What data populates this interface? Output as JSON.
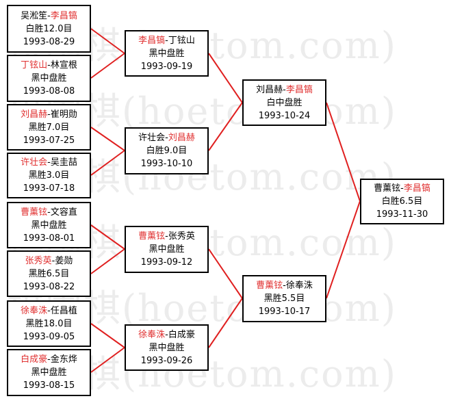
{
  "watermark": "棋围棋(hoetom.com)",
  "matches": [
    {
      "id": "r1m1",
      "winner": "李昌镐",
      "loser": "吴淞笙",
      "winner_first": false,
      "result": "白胜12.0目",
      "date": "1993-08-29"
    },
    {
      "id": "r1m2",
      "winner": "丁铉山",
      "loser": "林宣根",
      "winner_first": true,
      "result": "黑中盘胜",
      "date": "1993-08-08"
    },
    {
      "id": "r1m3",
      "winner": "刘昌赫",
      "loser": "崔明勋",
      "winner_first": true,
      "result": "黑胜7.0目",
      "date": "1993-07-25"
    },
    {
      "id": "r1m4",
      "winner": "许壮会",
      "loser": "吴圭喆",
      "winner_first": true,
      "result": "黑胜3.0目",
      "date": "1993-07-18"
    },
    {
      "id": "r1m5",
      "winner": "曹薰铉",
      "loser": "文容直",
      "winner_first": true,
      "result": "黑中盘胜",
      "date": "1993-08-01"
    },
    {
      "id": "r1m6",
      "winner": "张秀英",
      "loser": "姜勋",
      "winner_first": true,
      "result": "黑胜6.5目",
      "date": "1993-08-22"
    },
    {
      "id": "r1m7",
      "winner": "徐奉洙",
      "loser": "任昌植",
      "winner_first": true,
      "result": "黑胜18.0目",
      "date": "1993-09-05"
    },
    {
      "id": "r1m8",
      "winner": "白成豪",
      "loser": "金东烨",
      "winner_first": true,
      "result": "黑中盘胜",
      "date": "1993-08-15"
    },
    {
      "id": "r2m1",
      "winner": "李昌镐",
      "loser": "丁铉山",
      "winner_first": true,
      "result": "黑中盘胜",
      "date": "1993-09-19"
    },
    {
      "id": "r2m2",
      "winner": "刘昌赫",
      "loser": "许壮会",
      "winner_first": false,
      "result": "白胜9.0目",
      "date": "1993-10-10"
    },
    {
      "id": "r2m3",
      "winner": "曹薰铉",
      "loser": "张秀英",
      "winner_first": true,
      "result": "黑中盘胜",
      "date": "1993-09-12"
    },
    {
      "id": "r2m4",
      "winner": "徐奉洙",
      "loser": "白成豪",
      "winner_first": true,
      "result": "黑中盘胜",
      "date": "1993-09-26"
    },
    {
      "id": "r3m1",
      "winner": "李昌镐",
      "loser": "刘昌赫",
      "winner_first": false,
      "result": "白中盘胜",
      "date": "1993-10-24"
    },
    {
      "id": "r3m2",
      "winner": "曹薰铉",
      "loser": "徐奉洙",
      "winner_first": true,
      "result": "黑胜5.5目",
      "date": "1993-10-17"
    },
    {
      "id": "final",
      "winner": "李昌镐",
      "loser": "曹薰铉",
      "winner_first": false,
      "result": "白胜6.5目",
      "date": "1993-11-30"
    }
  ],
  "colors": {
    "winner": "#e03030",
    "link": "#e02020",
    "border": "#000000"
  }
}
